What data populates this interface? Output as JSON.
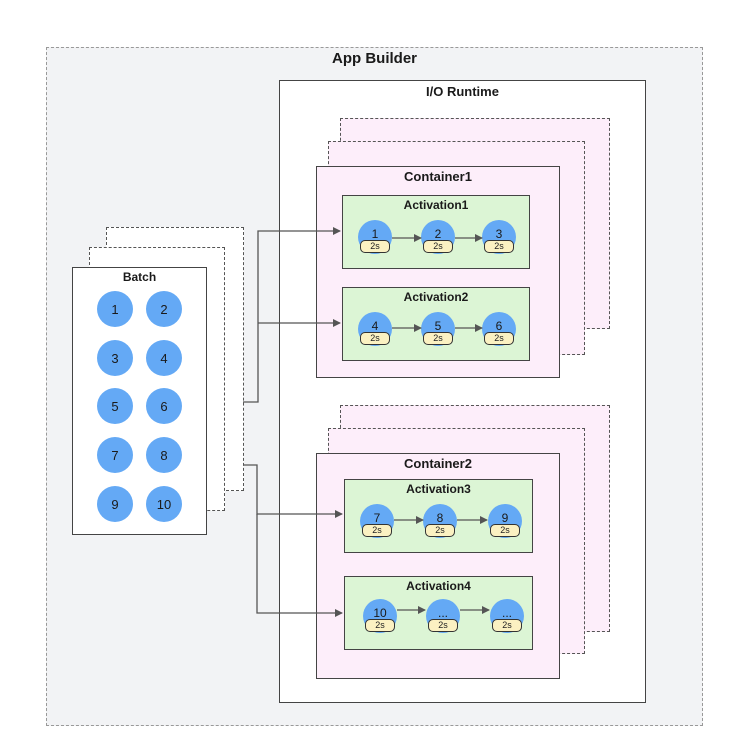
{
  "app_builder": {
    "title": "App Builder"
  },
  "io_runtime": {
    "title": "I/O Runtime"
  },
  "batch": {
    "title": "Batch",
    "items": [
      "1",
      "2",
      "3",
      "4",
      "5",
      "6",
      "7",
      "8",
      "9",
      "10"
    ]
  },
  "containers": [
    {
      "title": "Container1",
      "activations": [
        {
          "title": "Activation1",
          "items": [
            "1",
            "2",
            "3"
          ]
        },
        {
          "title": "Activation2",
          "items": [
            "4",
            "5",
            "6"
          ]
        }
      ]
    },
    {
      "title": "Container2",
      "activations": [
        {
          "title": "Activation3",
          "items": [
            "7",
            "8",
            "9"
          ]
        },
        {
          "title": "Activation4",
          "items": [
            "10",
            "...",
            "..."
          ]
        }
      ]
    }
  ],
  "duration_label": "2s",
  "colors": {
    "item": "#64a9f5",
    "container_bg": "#fdeefa",
    "activation_bg": "#dcf5d5",
    "duration_bg": "#fbf1c2",
    "app_builder_bg": "#f2f3f5"
  }
}
